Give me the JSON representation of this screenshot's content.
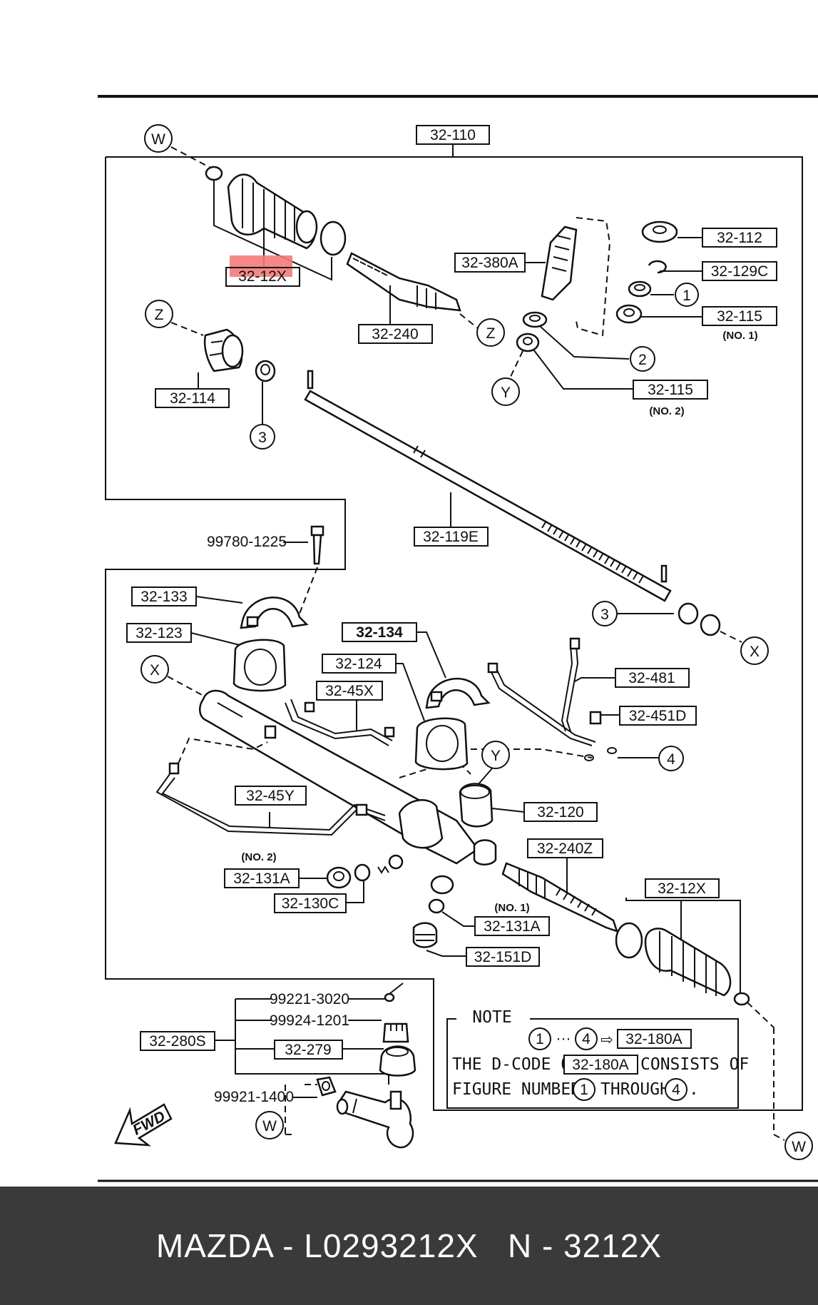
{
  "diagram": {
    "labels": {
      "l32_110": "32-110",
      "l32_12x_top": "32-12X",
      "l32_380a": "32-380A",
      "l32_112": "32-112",
      "l32_129c": "32-129C",
      "l32_115_no1": "32-115",
      "no1_a": "(NO. 1)",
      "l32_240": "32-240",
      "l32_114": "32-114",
      "l32_115_no2": "32-115",
      "no2_a": "(NO. 2)",
      "l32_119e": "32-119E",
      "l99780": "99780-1225",
      "l32_133": "32-133",
      "l32_123": "32-123",
      "l32_134": "32-134",
      "l32_124": "32-124",
      "l32_45x": "32-45X",
      "l32_481": "32-481",
      "l32_451d": "32-451D",
      "l32_45y": "32-45Y",
      "l32_120": "32-120",
      "l32_240z": "32-240Z",
      "no2_b": "(NO. 2)",
      "l32_131a_left": "32-131A",
      "l32_130c": "32-130C",
      "no1_b": "(NO. 1)",
      "l32_131a_right": "32-131A",
      "l32_151d": "32-151D",
      "l32_12x_bottom": "32-12X",
      "l99221": "99221-3020",
      "l99924": "99924-1201",
      "l32_280s": "32-280S",
      "l32_279": "32-279",
      "l99921": "99921-1400",
      "fwd": "FWD"
    },
    "callouts": {
      "W": "W",
      "X": "X",
      "Y": "Y",
      "Z": "Z",
      "n1": "1",
      "n2": "2",
      "n3": "3",
      "n4": "4"
    },
    "note": {
      "title": "NOTE",
      "range_sep": "···",
      "arrow": "⇨",
      "code": "32-180A",
      "line1_pre": "THE D-CODE OF",
      "line1_post": "CONSISTS OF",
      "line2_pre": "FIGURE NUMBERS",
      "line2_mid": "THROUGH",
      "line2_post": "."
    },
    "highlight_color": "#f47a7a"
  },
  "footer": {
    "text": "MAZDA - L0293212X   N - 3212X"
  }
}
